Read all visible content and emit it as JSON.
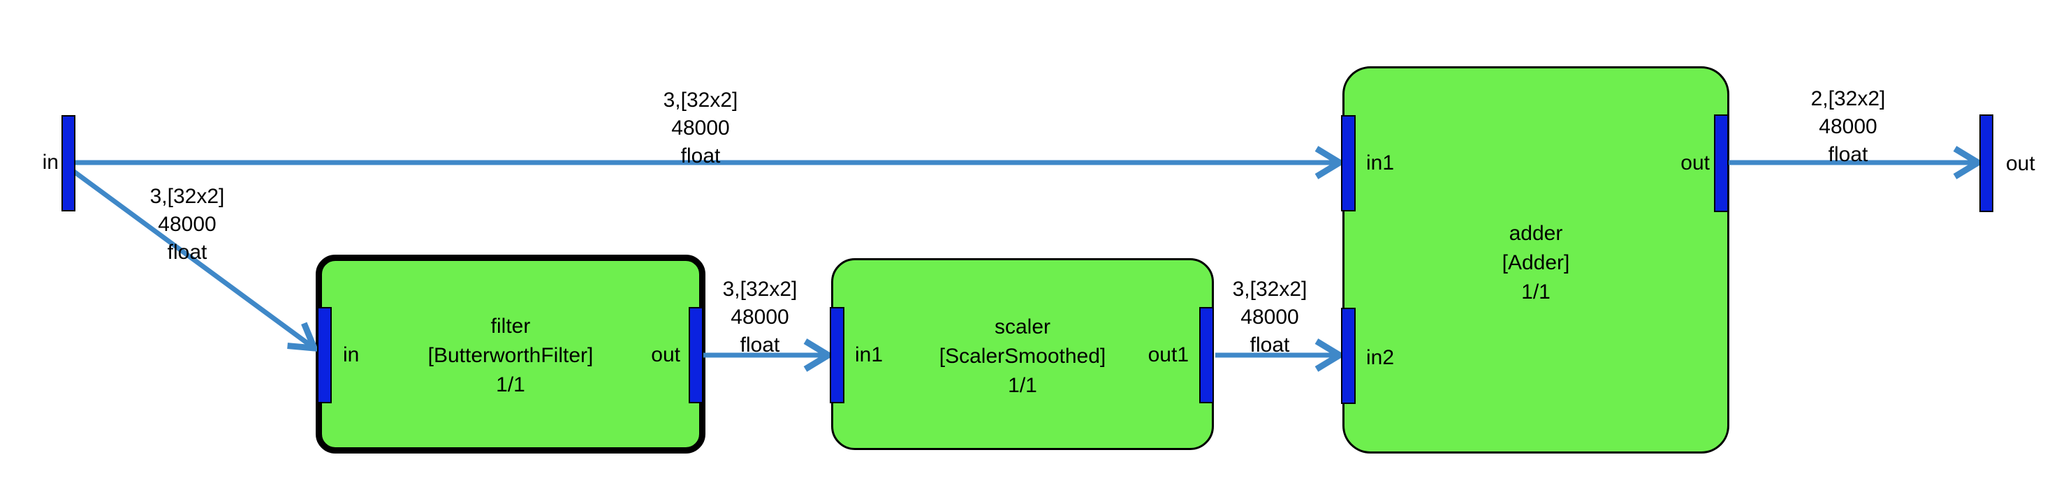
{
  "colors": {
    "canvas_bg": "#ffffff",
    "block_fill": "#6eef4e",
    "block_border": "#000000",
    "port_fill": "#0a22e0",
    "edge_color": "#3f88c8",
    "text_color": "#000000"
  },
  "terminals": {
    "input": {
      "label": "in"
    },
    "output": {
      "label": "out"
    }
  },
  "blocks": {
    "filter": {
      "name": "filter",
      "type": "[ButterworthFilter]",
      "rate": "1/1",
      "ports": {
        "in": "in",
        "out": "out"
      }
    },
    "scaler": {
      "name": "scaler",
      "type": "[ScalerSmoothed]",
      "rate": "1/1",
      "ports": {
        "in1": "in1",
        "out1": "out1"
      }
    },
    "adder": {
      "name": "adder",
      "type": "[Adder]",
      "rate": "1/1",
      "ports": {
        "in1": "in1",
        "in2": "in2",
        "out": "out"
      }
    }
  },
  "edges": {
    "in_to_adder_in1": {
      "dims": "3,[32x2]",
      "sample_rate": "48000",
      "dtype": "float"
    },
    "in_to_filter_in": {
      "dims": "3,[32x2]",
      "sample_rate": "48000",
      "dtype": "float"
    },
    "filter_out_to_scaler_in1": {
      "dims": "3,[32x2]",
      "sample_rate": "48000",
      "dtype": "float"
    },
    "scaler_out1_to_adder_in2": {
      "dims": "3,[32x2]",
      "sample_rate": "48000",
      "dtype": "float"
    },
    "adder_out_to_out": {
      "dims": "2,[32x2]",
      "sample_rate": "48000",
      "dtype": "float"
    }
  }
}
